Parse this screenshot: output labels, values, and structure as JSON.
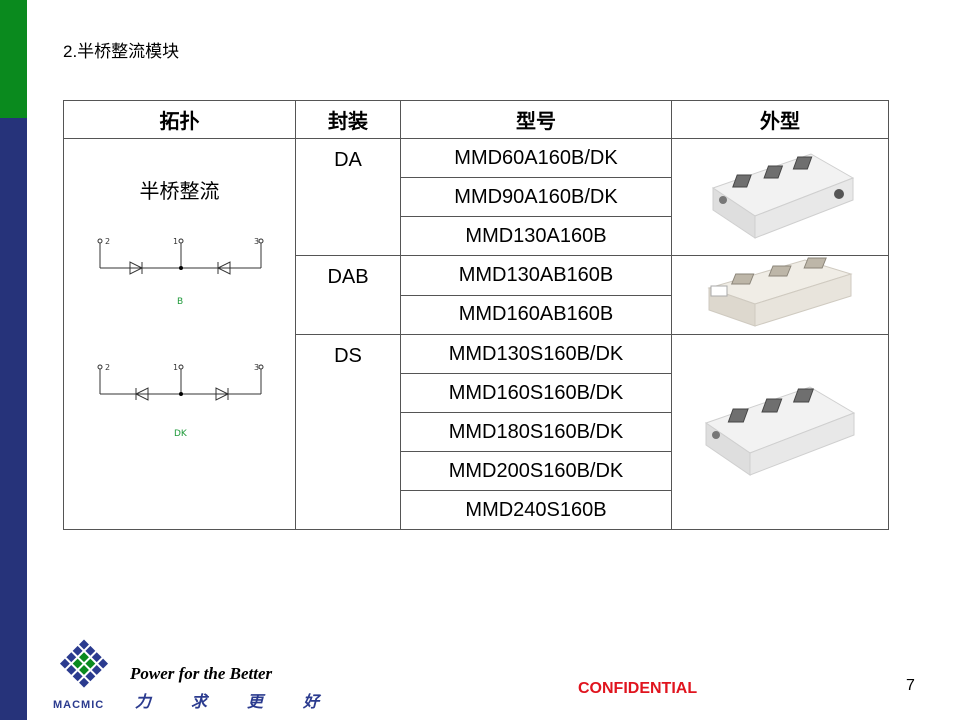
{
  "heading": "2.半桥整流模块",
  "table": {
    "headers": [
      "拓扑",
      "封装",
      "型号",
      "外型"
    ],
    "topology_label": "半桥整流",
    "diagram_b": {
      "pins": [
        "2",
        "1",
        "3"
      ],
      "label": "B"
    },
    "diagram_dk": {
      "pins": [
        "2",
        "1",
        "3"
      ],
      "label": "DK"
    },
    "groups": [
      {
        "package": "DA",
        "models": [
          "MMD60A160B/DK",
          "MMD90A160B/DK",
          "MMD130A160B"
        ]
      },
      {
        "package": "DAB",
        "models": [
          "MMD130AB160B",
          "MMD160AB160B"
        ]
      },
      {
        "package": "DS",
        "models": [
          "MMD130S160B/DK",
          "MMD160S160B/DK",
          "MMD180S160B/DK",
          "MMD200S160B/DK",
          "MMD240S160B"
        ]
      }
    ]
  },
  "footer": {
    "slogan": "Power for the Better",
    "slogan_cn": "力求更好",
    "brand": "MACMIC",
    "confidential": "CONFIDENTIAL",
    "page": "7"
  },
  "colors": {
    "green_bar": "#0a8a1e",
    "blue_bar": "#26337a",
    "brand_blue": "#2b3b8f",
    "confidential_red": "#e0141e",
    "diagram_label_green": "#1f9a3a"
  }
}
